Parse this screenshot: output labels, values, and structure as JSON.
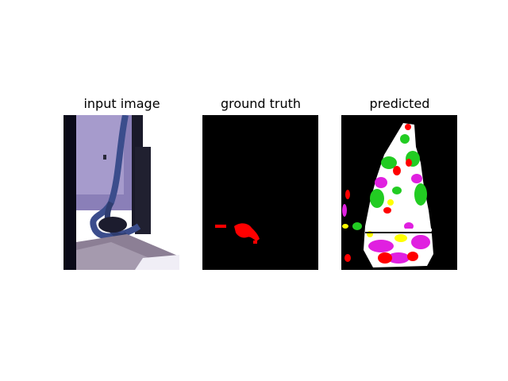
{
  "panels": [
    {
      "title": "input image"
    },
    {
      "title": "ground truth"
    },
    {
      "title": "predicted"
    }
  ],
  "colors": {
    "background": "#ffffff",
    "mask_background": "#000000",
    "class_red": "#ff0000",
    "class_green": "#22cc22",
    "class_magenta": "#e020e0",
    "class_yellow": "#ffff00",
    "class_white": "#ffffff"
  }
}
